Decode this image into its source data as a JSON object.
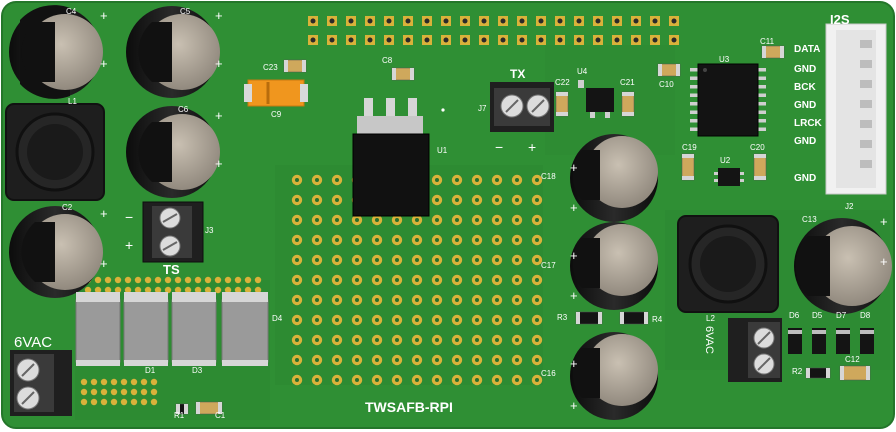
{
  "board": {
    "name": "TWSAFB-RPI",
    "colors": {
      "pcb": "#2f8f34",
      "pcb_dark": "#267a2b",
      "silk": "#ffffff",
      "pad_gold": "#d9b23a",
      "cap_body": "#1c1c1c",
      "cap_top": "#b5ab9c",
      "ic_body": "#121212",
      "smd_cap": "#cfa85c",
      "smd_orange": "#f0961e",
      "inductor_body": "#222222",
      "diode_body": "#9a9a9a",
      "connector_white": "#f1f1f1"
    }
  },
  "labels": {
    "c4": "C4",
    "c5": "C5",
    "l1": "L1",
    "c6": "C6",
    "c2": "C2",
    "c23": "C23",
    "c8": "C8",
    "c9": "C9",
    "j3": "J3",
    "ts": "TS",
    "u1": "U1",
    "tx": "TX",
    "j7": "J7",
    "c22": "C22",
    "u4": "U4",
    "c21": "C21",
    "c10": "C10",
    "u3": "U3",
    "c11": "C11",
    "i2s": "I2S",
    "c19": "C19",
    "u2": "U2",
    "c20": "C20",
    "c18": "C18",
    "c17": "C17",
    "c16": "C16",
    "c13": "C13",
    "l2": "L2",
    "r3": "R3",
    "r4": "R4",
    "d1": "D1",
    "d3": "D3",
    "d4": "D4",
    "r1": "R1",
    "c1": "C1",
    "d5": "D5",
    "d6": "D6",
    "d7": "D7",
    "d8": "D8",
    "r2": "R2",
    "c12": "C12",
    "j2": "J2",
    "vac_left": "6VAC",
    "vac_right": "6VAC",
    "minus": "−",
    "plus": "+"
  },
  "i2s_pins": [
    "DATA",
    "GND",
    "BCK",
    "GND",
    "LRCK",
    "GND",
    "GND"
  ]
}
